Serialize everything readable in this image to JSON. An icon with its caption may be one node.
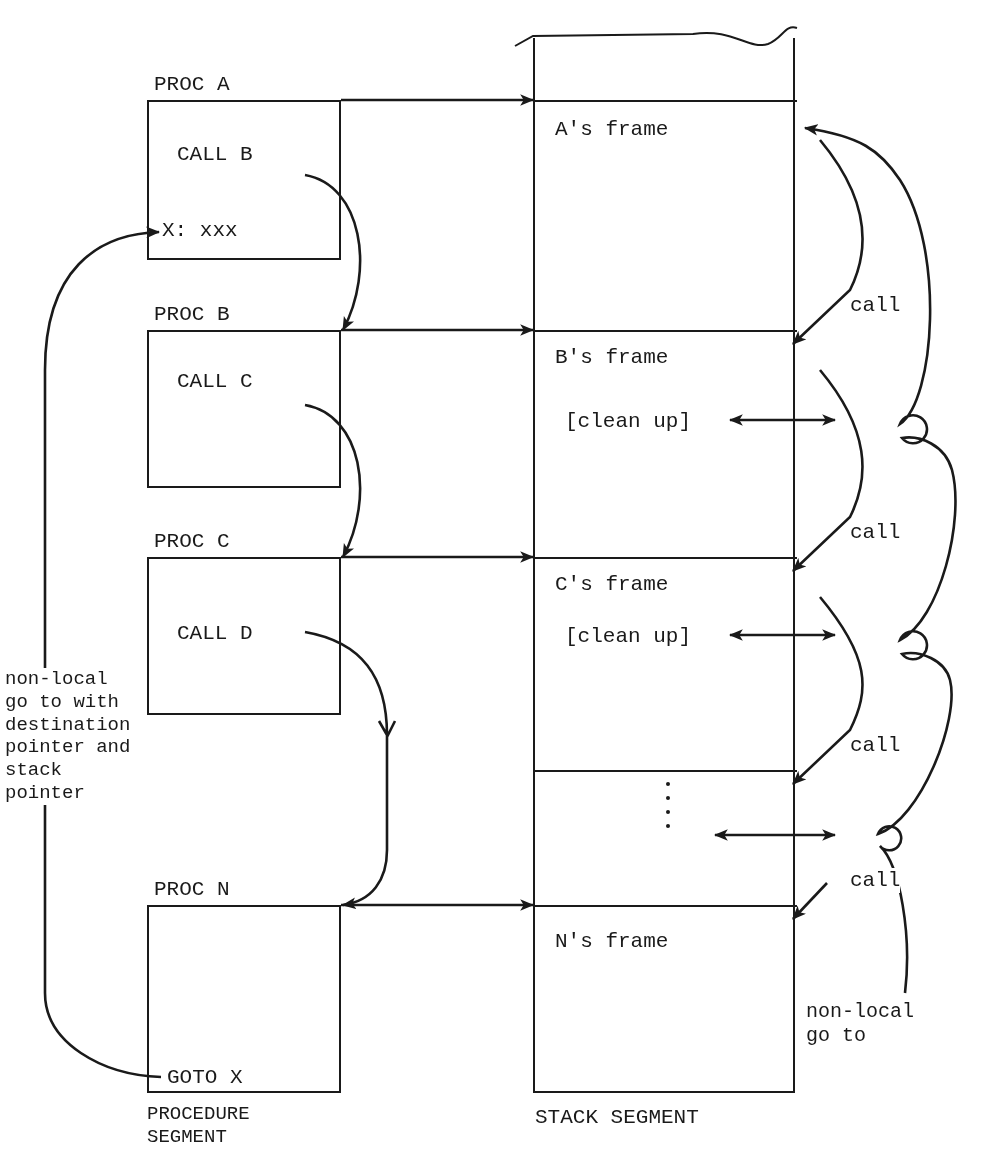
{
  "diagram": {
    "nodes": [
      {
        "text": [
          "PROC A",
          "CALL B",
          "X: xxx"
        ]
      },
      {
        "text": [
          "PROC B",
          "CALL C"
        ]
      },
      {
        "text": [
          "PROC C",
          "CALL D"
        ]
      },
      {
        "text": [
          "PROC N",
          "GOTO X"
        ]
      },
      {
        "text": [
          "STACK SEGMENT"
        ]
      },
      {
        "text": [
          "A's frame"
        ],
        "in": 4
      },
      {
        "text": [
          "B's frame",
          "[clean up]"
        ],
        "in": 4
      },
      {
        "text": [
          "C's frame",
          "[clean up]"
        ],
        "in": 4
      },
      {
        "text": [],
        "shape": "box",
        "in": 4
      },
      {
        "text": [
          "N's frame"
        ],
        "in": 4
      }
    ],
    "edges": [
      {
        "from": 0,
        "to": 5,
        "arrow": "to"
      },
      {
        "from": 1,
        "to": 6,
        "arrow": "to"
      },
      {
        "from": 2,
        "to": 7,
        "arrow": "to"
      },
      {
        "from": 3,
        "to": 9,
        "arrow": "to"
      },
      {
        "from": 0,
        "to": 1,
        "arrow": "to"
      },
      {
        "from": 1,
        "to": 2,
        "arrow": "to"
      },
      {
        "from": 2,
        "to": 3,
        "arrow": "to"
      },
      {
        "from": 3,
        "to": 0,
        "arrow": "to",
        "label": "non-local go to with destination pointer and stack pointer"
      },
      {
        "from": null,
        "to": 6,
        "arrow": "to",
        "label": "call"
      },
      {
        "from": null,
        "to": 7,
        "arrow": "to",
        "label": "call"
      },
      {
        "from": null,
        "to": 8,
        "arrow": "to",
        "label": "call"
      },
      {
        "from": null,
        "to": 9,
        "arrow": "to",
        "label": "call"
      },
      {
        "from": 6,
        "to": null,
        "arrow": "both"
      },
      {
        "from": 7,
        "to": null,
        "arrow": "both"
      },
      {
        "from": 8,
        "to": null,
        "arrow": "both"
      },
      {
        "from": null,
        "to": 5,
        "arrow": "to",
        "label": "non-local go to"
      }
    ],
    "labels": [
      "PROCEDURE SEGMENT"
    ]
  }
}
